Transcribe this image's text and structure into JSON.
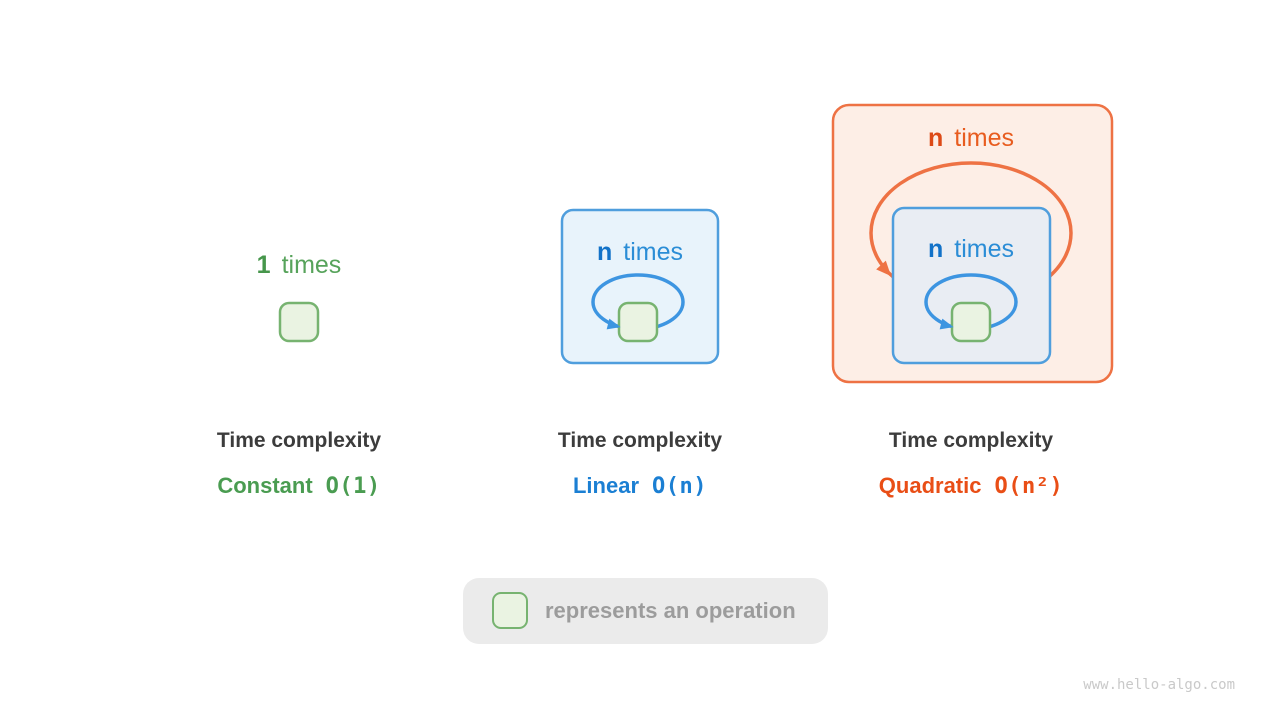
{
  "columns": [
    {
      "title": "Time complexity",
      "complexity_name": "Constant",
      "complexity_notation": "O(1)",
      "loop": {
        "count": "1",
        "word": "times"
      },
      "accent_color": "#4a9c51"
    },
    {
      "title": "Time complexity",
      "complexity_name": "Linear",
      "complexity_notation": "O(n)",
      "loop": {
        "count": "n",
        "word": "times"
      },
      "accent_color": "#1b7fd3"
    },
    {
      "title": "Time complexity",
      "complexity_name": "Quadratic",
      "complexity_notation": "O(n²)",
      "outer_loop": {
        "count": "n",
        "word": "times"
      },
      "inner_loop": {
        "count": "n",
        "word": "times"
      },
      "accent_color": "#e94e16"
    }
  ],
  "legend": {
    "operation_label": "represents an operation"
  },
  "watermark": "www.hello-algo.com",
  "colors": {
    "green_border": "#77b370",
    "green_fill": "#eaf3e2",
    "blue_border": "#4f9edd",
    "blue_box_fill": "#e8f3fb",
    "blue_inner_box_fill": "#e9edf3",
    "blue_arrow": "#3d95e1",
    "orange_border": "#ee7244",
    "orange_fill": "#fdeee6",
    "title_text": "#3c3c3c",
    "legend_bg": "#ebebeb",
    "legend_text": "#9c9c9c"
  }
}
